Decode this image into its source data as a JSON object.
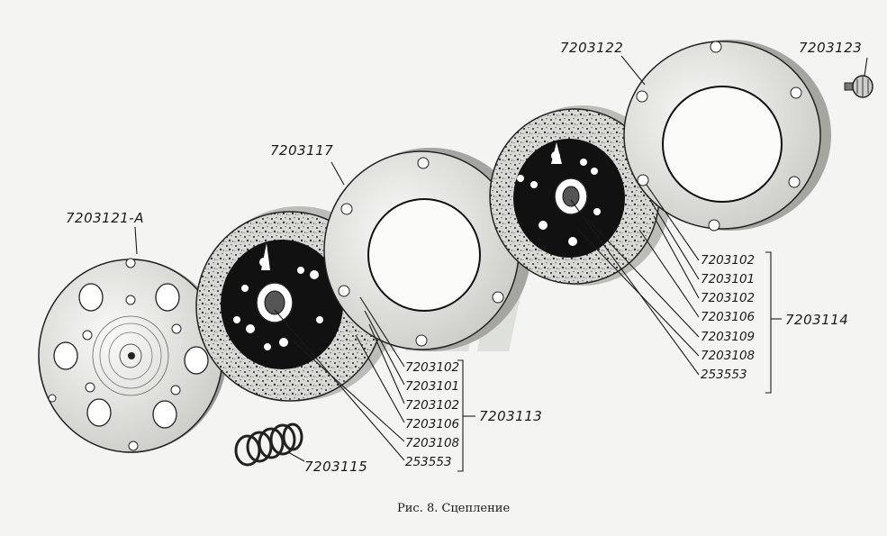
{
  "caption": "Рис. 8. Сцепление",
  "parts": {
    "flywheel": "7203121-A",
    "spring": "7203115",
    "disc_left_group": "7203113",
    "pressure_plate": "7203117",
    "disc_right_group": "7203114",
    "cover_ring": "7203122",
    "bolt": "7203123"
  },
  "left_stack": [
    "7203102",
    "7203101",
    "7203102",
    "7203106",
    "7203108",
    "253553"
  ],
  "right_stack": [
    "7203102",
    "7203101",
    "7203102",
    "7203106",
    "7203109",
    "7203108",
    "253553"
  ]
}
